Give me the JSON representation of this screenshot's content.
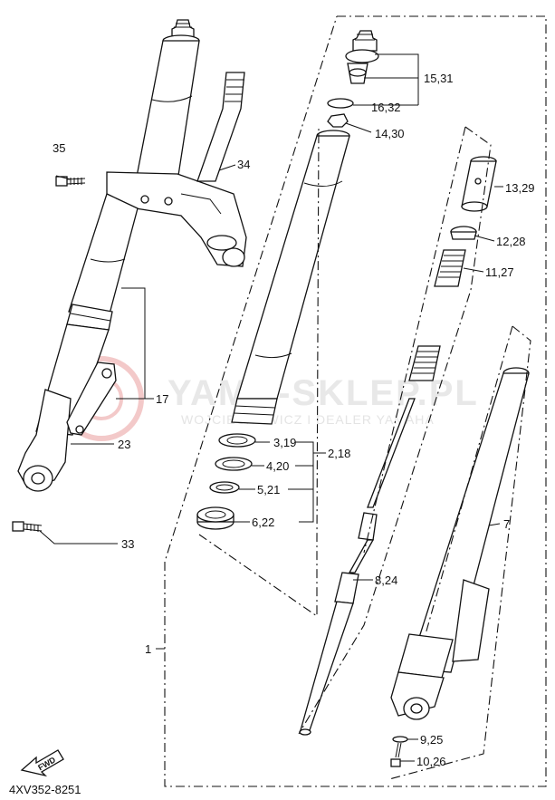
{
  "watermark": {
    "main": "YAMA-SKLEP.PL",
    "sub": "WOJCIECHOWICZ I DEALER YAMAHA"
  },
  "labels": {
    "l_15_31": "15,31",
    "l_16_32": "16,32",
    "l_14_30": "14,30",
    "l_13_29": "13,29",
    "l_12_28": "12,28",
    "l_11_27": "11,27",
    "l_35": "35",
    "l_34": "34",
    "l_17": "17",
    "l_23": "23",
    "l_33": "33",
    "l_3_19": "3,19",
    "l_2_18": "2,18",
    "l_4_20": "4,20",
    "l_5_21": "5,21",
    "l_6_22": "6,22",
    "l_8_24": "8,24",
    "l_7": "7",
    "l_1": "1",
    "l_9_25": "9,25",
    "l_10_26": "10,26"
  },
  "fwd_label": "FWD",
  "diagram_code": "4XV352-8251"
}
